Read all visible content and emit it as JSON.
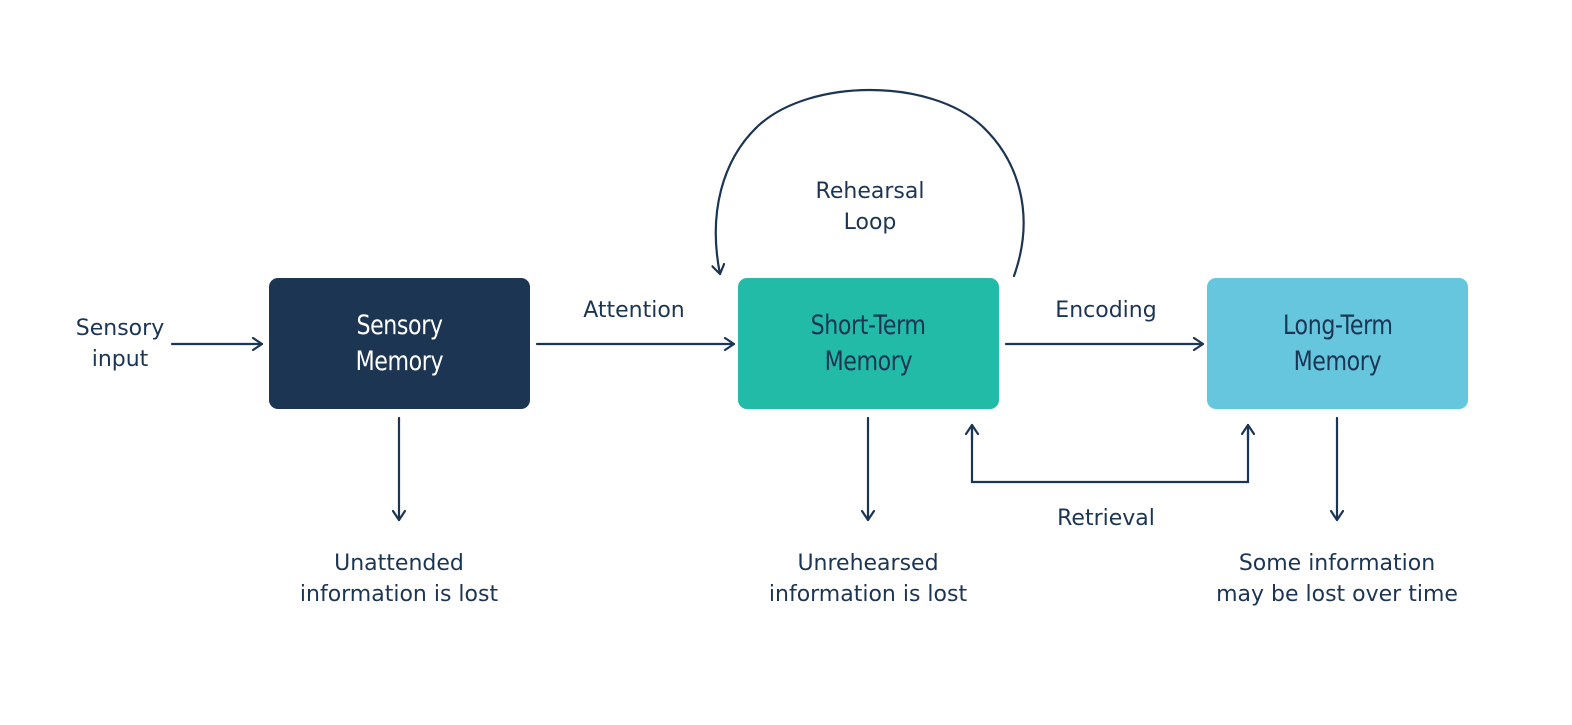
{
  "colors": {
    "ink": "#1c3553",
    "sensory_box": "#1c3553",
    "short_term_box": "#22bba8",
    "long_term_box": "#66c6de",
    "background": "#ffffff"
  },
  "input": {
    "line1": "Sensory",
    "line2": "input"
  },
  "boxes": {
    "sensory": {
      "line1": "Sensory",
      "line2": "Memory"
    },
    "short_term": {
      "line1": "Short-Term",
      "line2": "Memory"
    },
    "long_term": {
      "line1": "Long-Term",
      "line2": "Memory"
    }
  },
  "edges": {
    "attention": "Attention",
    "encoding": "Encoding",
    "retrieval": "Retrieval",
    "rehearsal": {
      "line1": "Rehearsal",
      "line2": "Loop"
    }
  },
  "losses": {
    "sensory": {
      "line1": "Unattended",
      "line2": "information is lost"
    },
    "short_term": {
      "line1": "Unrehearsed",
      "line2": "information is lost"
    },
    "long_term": {
      "line1": "Some information",
      "line2": "may be lost over time"
    }
  }
}
